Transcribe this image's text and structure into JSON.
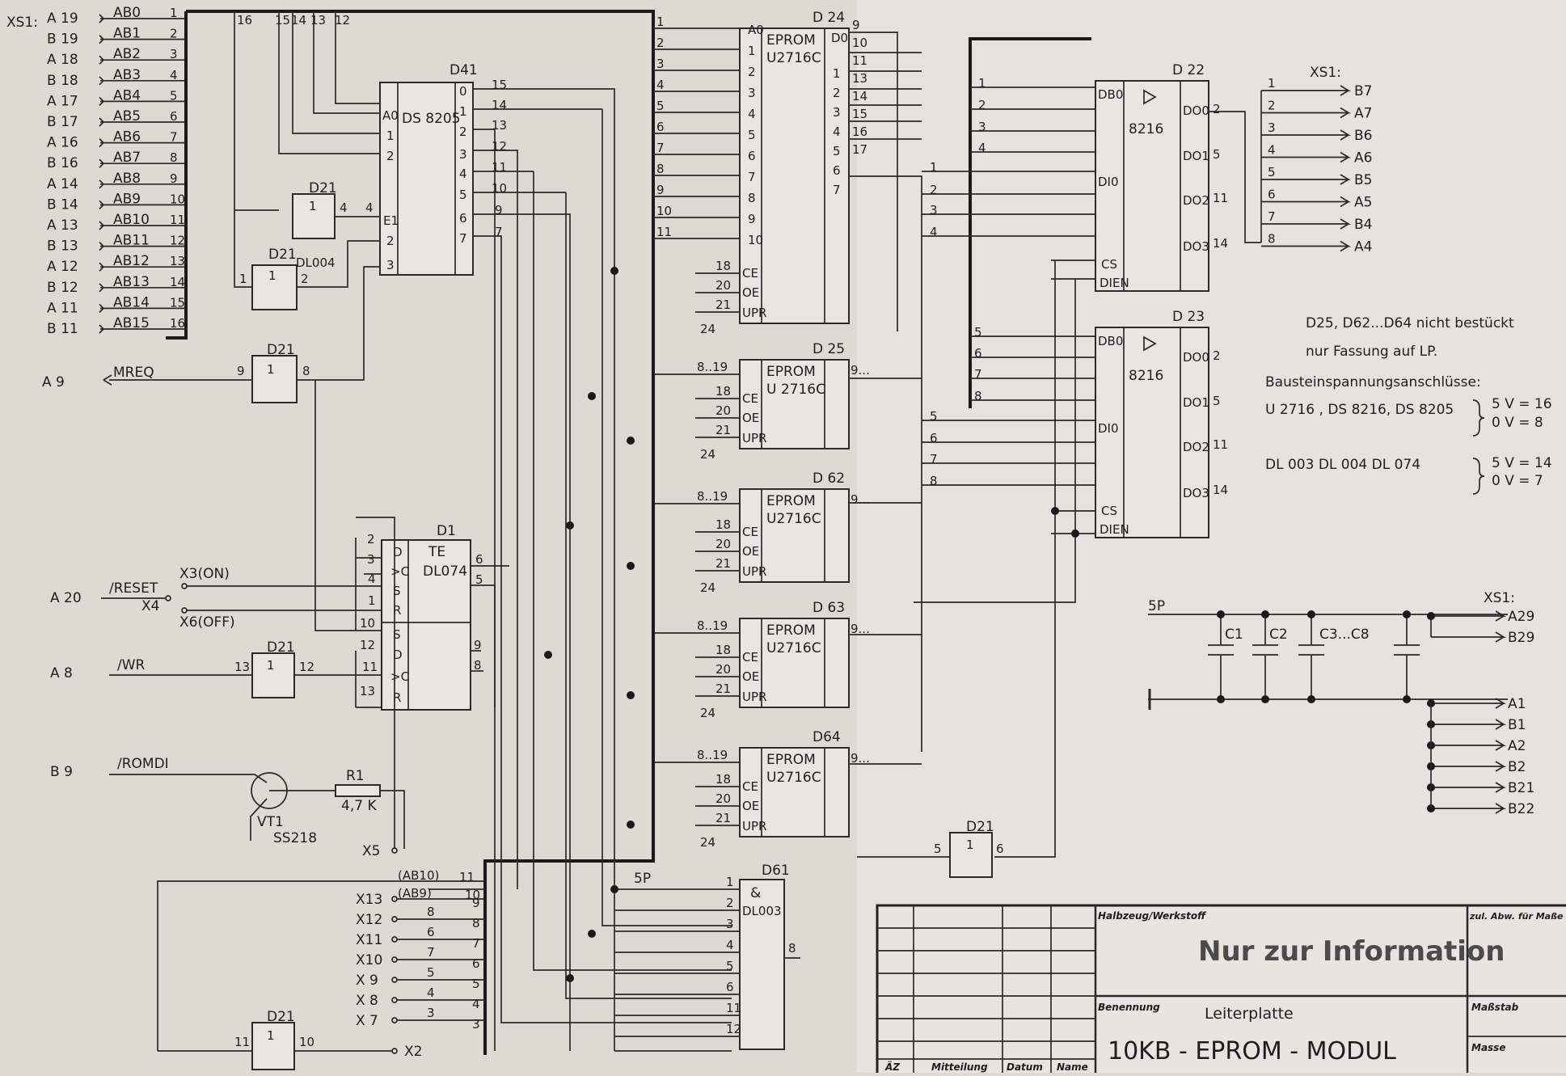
{
  "connector_xs1": "XS1:",
  "left_pins": [
    {
      "pin": "A 19",
      "sig": "AB0",
      "n": "1"
    },
    {
      "pin": "B 19",
      "sig": "AB1",
      "n": "2"
    },
    {
      "pin": "A 18",
      "sig": "AB2",
      "n": "3"
    },
    {
      "pin": "B 18",
      "sig": "AB3",
      "n": "4"
    },
    {
      "pin": "A 17",
      "sig": "AB4",
      "n": "5"
    },
    {
      "pin": "B 17",
      "sig": "AB5",
      "n": "6"
    },
    {
      "pin": "A 16",
      "sig": "AB6",
      "n": "7"
    },
    {
      "pin": "B 16",
      "sig": "AB7",
      "n": "8"
    },
    {
      "pin": "A 14",
      "sig": "AB8",
      "n": "9"
    },
    {
      "pin": "B 14",
      "sig": "AB9",
      "n": "10"
    },
    {
      "pin": "A 13",
      "sig": "AB10",
      "n": "11"
    },
    {
      "pin": "B 13",
      "sig": "AB11",
      "n": "12"
    },
    {
      "pin": "A 12",
      "sig": "AB12",
      "n": "13"
    },
    {
      "pin": "B 12",
      "sig": "AB13",
      "n": "14"
    },
    {
      "pin": "A 11",
      "sig": "AB14",
      "n": "15"
    },
    {
      "pin": "B 11",
      "sig": "AB15",
      "n": "16"
    }
  ],
  "mreq": {
    "pin": "A 9",
    "sig": "MREQ"
  },
  "reset": {
    "pin": "A 20",
    "sig": "/RESET",
    "x3": "X3(ON)",
    "x4": "X4",
    "x6": "X6(OFF)"
  },
  "wr": {
    "pin": "A 8",
    "sig": "/WR"
  },
  "romdi": {
    "pin": "B 9",
    "sig": "/ROMDI"
  },
  "transistor": {
    "name": "VT1",
    "type": "SS218"
  },
  "resistor": {
    "name": "R1",
    "value": "4,7 K"
  },
  "x5": "X5",
  "x2": "X2",
  "jumpers": [
    "X13",
    "X12",
    "X11",
    "X10",
    "X 9",
    "X 8",
    "X 7"
  ],
  "jumper_top": [
    "(AB10)",
    "(AB9)"
  ],
  "chips": {
    "d24": {
      "ref": "D 24",
      "title": "EPROM",
      "type": "U2716C"
    },
    "d25": {
      "ref": "D 25",
      "title": "EPROM",
      "type": "U 2716C"
    },
    "d62": {
      "ref": "D 62",
      "title": "EPROM",
      "type": "U2716C"
    },
    "d63": {
      "ref": "D 63",
      "title": "EPROM",
      "type": "U2716C"
    },
    "d64": {
      "ref": "D64",
      "title": "EPROM",
      "type": "U2716C"
    },
    "d41": {
      "ref": "D41",
      "type": "DS 8205"
    },
    "d1": {
      "ref": "D1",
      "title": "TE",
      "type": "DL074"
    },
    "d22": {
      "ref": "D 22",
      "type": "8216"
    },
    "d23": {
      "ref": "D 23",
      "type": "8216"
    },
    "d61": {
      "ref": "D61",
      "title": "&",
      "type": "DL003"
    },
    "d21": {
      "ref": "D21",
      "type": "DL004",
      "one": "1"
    }
  },
  "right_pins_data": {
    "header": "XS1:",
    "pins": [
      "B7",
      "A7",
      "B6",
      "A6",
      "B5",
      "A5",
      "B4",
      "A4"
    ]
  },
  "right_pins_power": {
    "header": "XS1:",
    "plus": [
      "A29",
      "B29"
    ],
    "ground": [
      "A1",
      "B1",
      "A2",
      "B2",
      "B21",
      "B22"
    ]
  },
  "power": {
    "net": "5P",
    "caps": [
      "C1",
      "C2",
      "C3...C8"
    ]
  },
  "notes": [
    "D25, D62...D64 nicht bestückt",
    "nur Fassung auf LP.",
    "Bausteinspannungsanschlüsse:",
    "U 2716 , DS 8216, DS 8205",
    "5 V = 16",
    "0 V = 8",
    "DL 003   DL 004  DL 074",
    "5 V = 14",
    "0 V = 7"
  ],
  "title_block": {
    "stamp": "Nur zur Information",
    "material_label": "Halbzeug/Werkstoff",
    "tolerance_label": "zul. Abw. für Maße ohne Toleranzangabe",
    "name_label": "Benennung",
    "scale_label": "Maßstab",
    "mass_label": "Masse",
    "name_1": "Leiterplatte",
    "name_2": "10KB - EPROM - MODUL",
    "cols": [
      "ÄZ",
      "Mitteilung",
      "Datum",
      "Name"
    ]
  }
}
